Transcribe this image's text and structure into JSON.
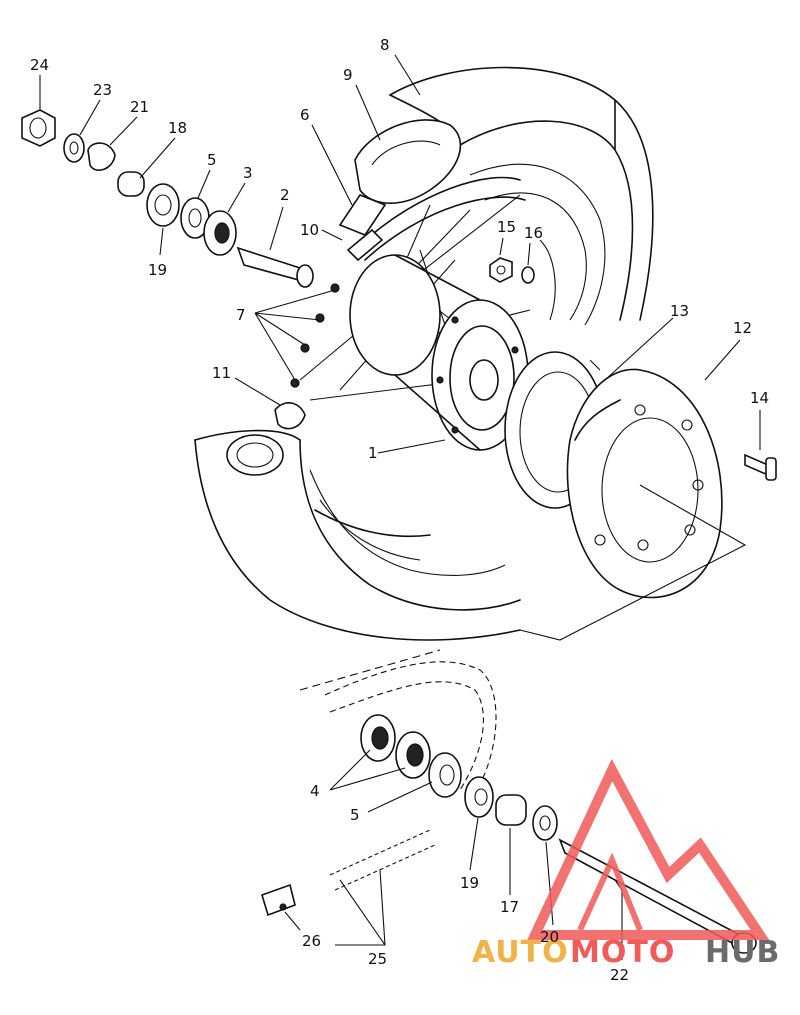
{
  "labels": {
    "l1": "1",
    "l2": "2",
    "l3": "3",
    "l4": "4",
    "l5a": "5",
    "l5b": "5",
    "l6": "6",
    "l7": "7",
    "l8": "8",
    "l9": "9",
    "l10": "10",
    "l11": "11",
    "l12": "12",
    "l13": "13",
    "l14": "14",
    "l15": "15",
    "l16": "16",
    "l17": "17",
    "l18": "18",
    "l19a": "19",
    "l19b": "19",
    "l20": "20",
    "l21": "21",
    "l22": "22",
    "l23": "23",
    "l24": "24",
    "l25": "25",
    "l26": "26"
  },
  "watermark": {
    "part_a": "AUTO",
    "part_b": "MOTO",
    "part_c": "HUB"
  },
  "colors": {
    "line": "#111111",
    "watermark_triangle": "#f05a5a",
    "watermark_auto": "#f2b24a",
    "watermark_hub": "#6b6b6b"
  }
}
